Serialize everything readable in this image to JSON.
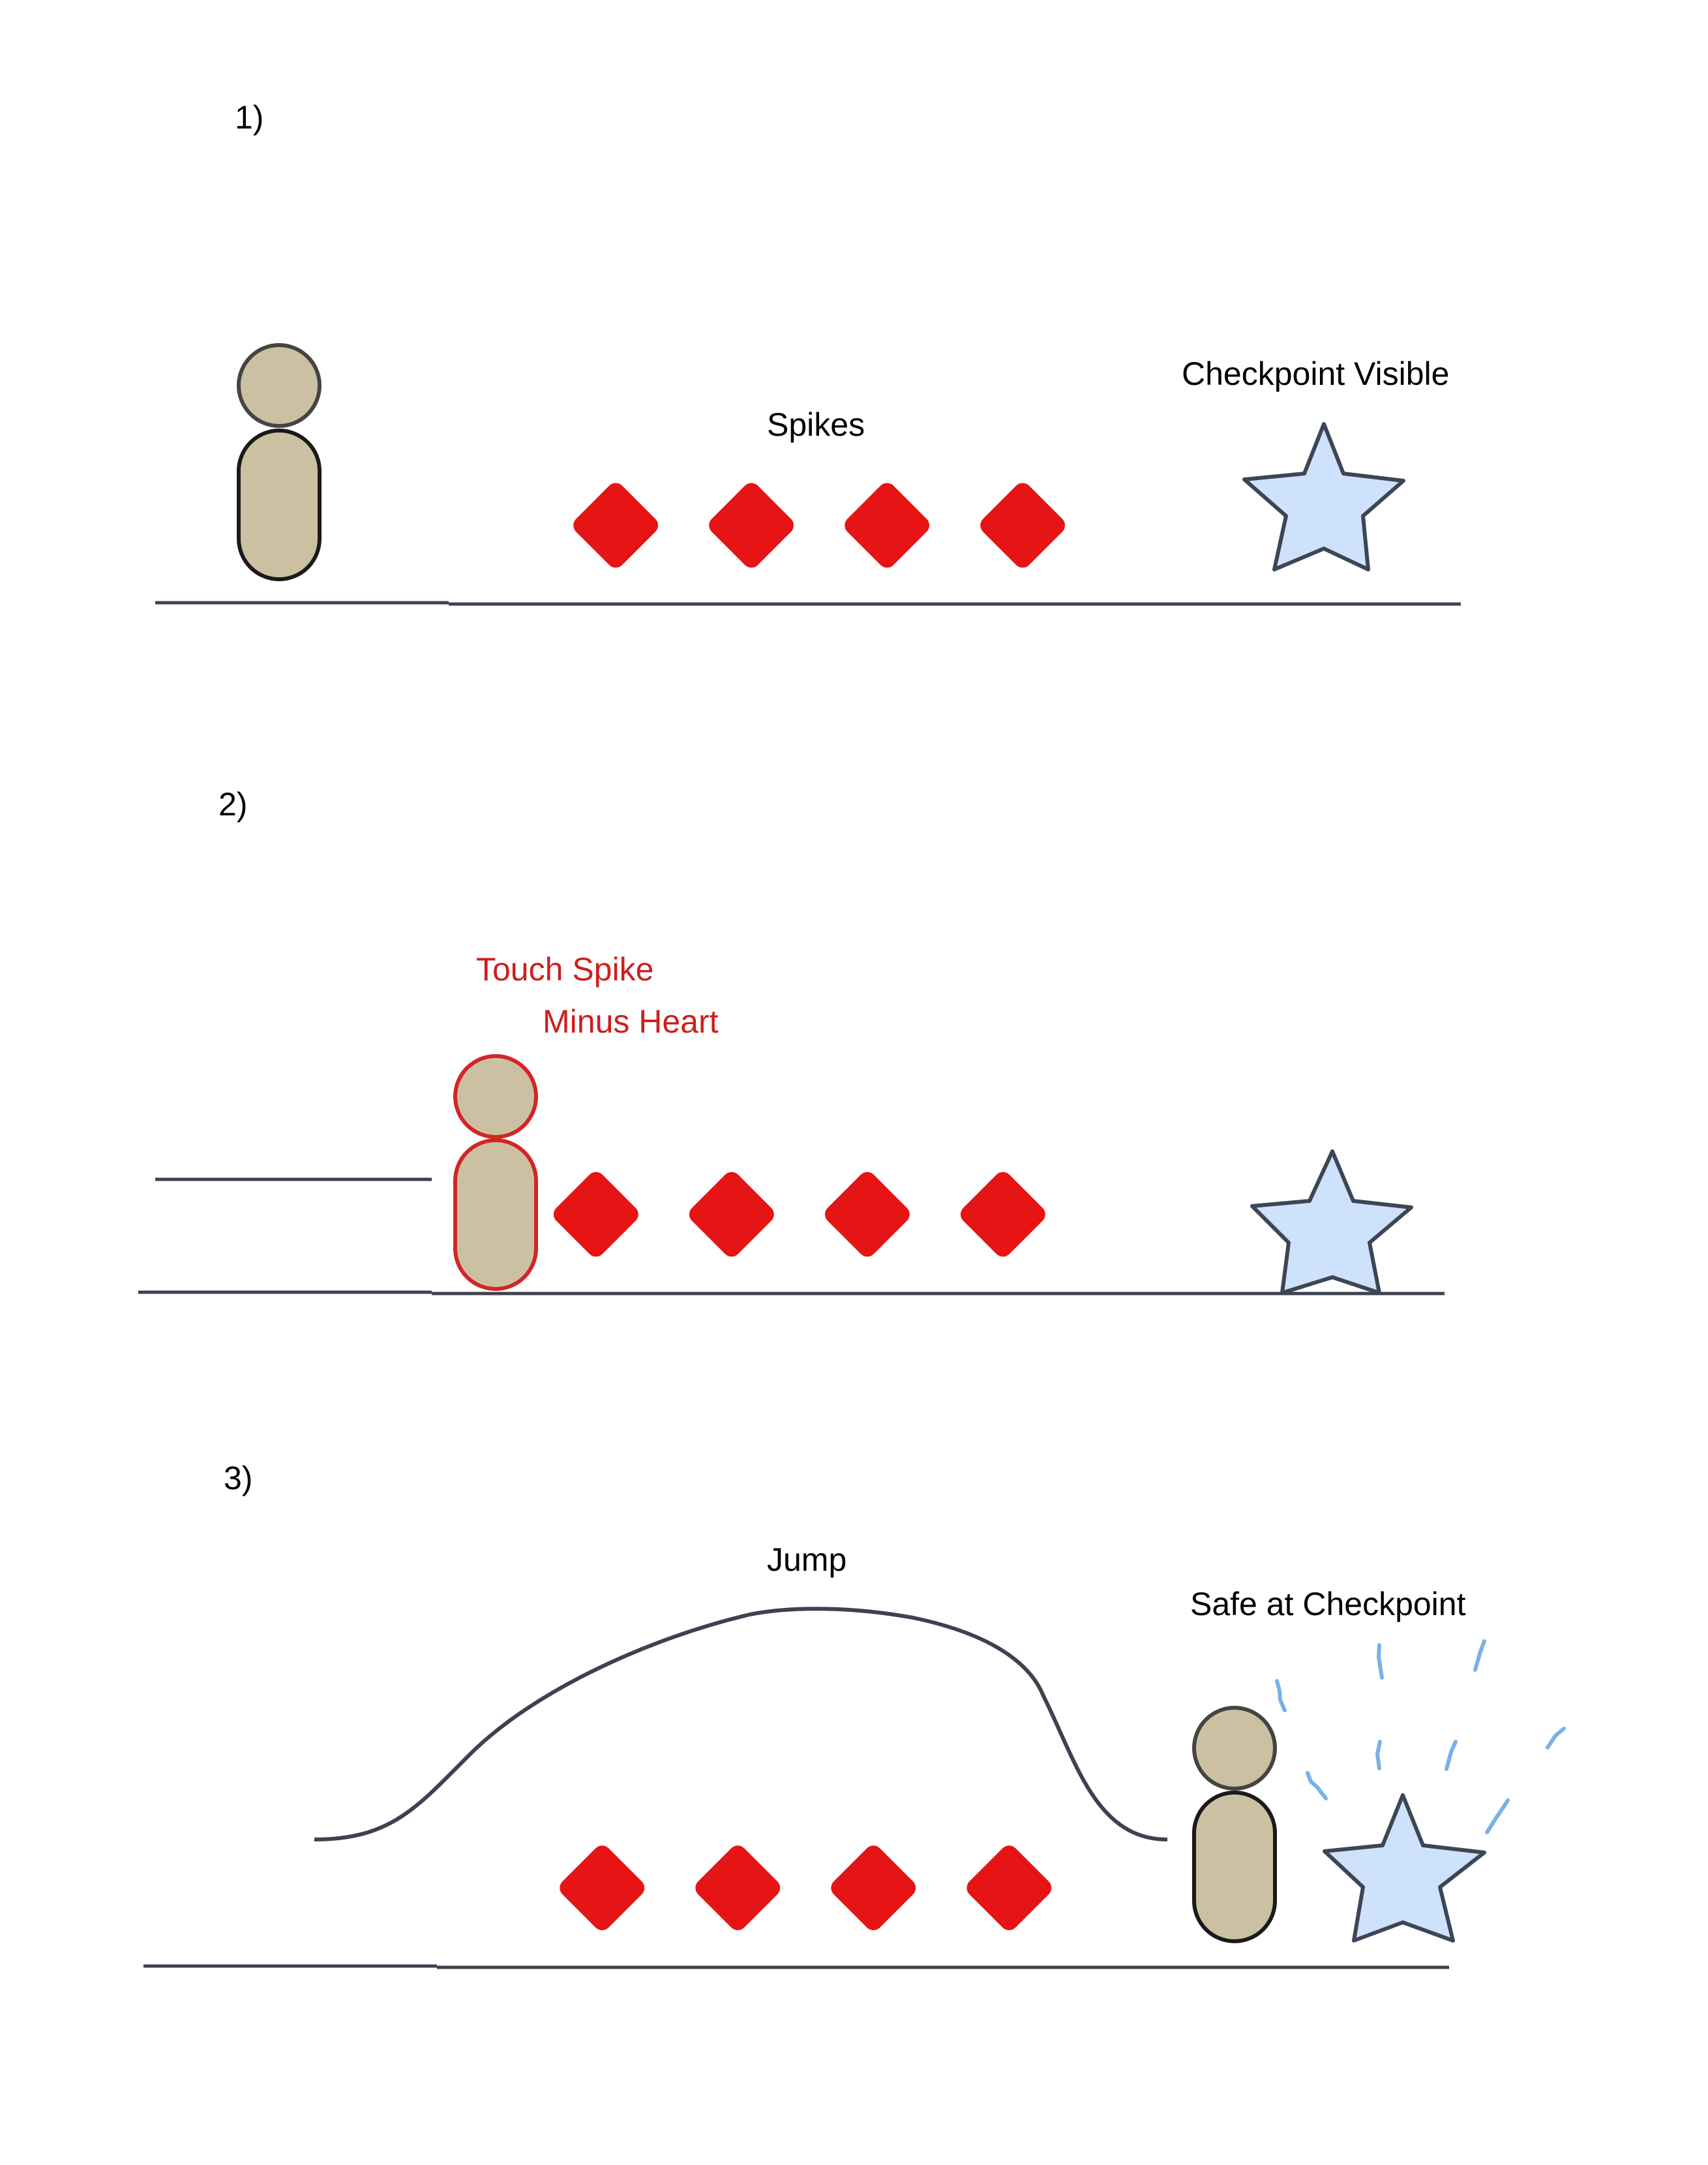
{
  "colors": {
    "ground": "#3d4250",
    "spike": "#e61414",
    "body_fill": "#cbc1a2",
    "body_stroke": "#1a1a1a",
    "hurt_stroke": "#d22626",
    "star_fill": "#cfe2fb",
    "star_stroke": "#3d4655",
    "sparkle": "#78b1e6",
    "alert_text": "#cc1f1f"
  },
  "panel1": {
    "number": "1)",
    "spikes_label": "Spikes",
    "checkpoint_label": "Checkpoint Visible"
  },
  "panel2": {
    "number": "2)",
    "touch_label": "Touch Spike",
    "minus_label": "Minus Heart"
  },
  "panel3": {
    "number": "3)",
    "jump_label": "Jump",
    "safe_label": "Safe at Checkpoint"
  }
}
